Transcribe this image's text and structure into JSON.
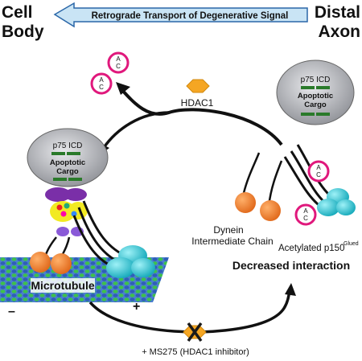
{
  "header": {
    "left_line1": "Cell",
    "left_line2": "Body",
    "right_line1": "Distal",
    "right_line2": "Axon",
    "arrow_text": "Retrograde Transport of Degenerative Signal"
  },
  "acetyl_mark": {
    "line1": "A",
    "line2": "C"
  },
  "enzyme": {
    "label": "HDAC1"
  },
  "cargo": {
    "receptor": "p75 ICD",
    "line1": "Apoptotic",
    "line2": "Cargo"
  },
  "dynein_chain": {
    "line1": "Dynein",
    "line2": "Intermediate Chain"
  },
  "p150": {
    "label_main": "Acetylated p150",
    "label_sup": "Glued"
  },
  "status": {
    "interaction": "Decreased interaction"
  },
  "microtubule": {
    "label": "Microtubule",
    "minus_end": "–",
    "plus_end": "+"
  },
  "inhibitor": {
    "label": "+ MS275 (HDAC1 inhibitor)"
  },
  "colors": {
    "arrow_fill": "#c9e4f5",
    "arrow_stroke": "#2b67a8",
    "acetyl_ring": "#e0187c",
    "hdac": "#f5a623",
    "dynein": "#f07f22",
    "p150": "#22c7d6",
    "cargo_fill": "#a8aab0",
    "receptor_bar": "#2a7a2a",
    "inhibit_x": "#1a1a1a"
  }
}
